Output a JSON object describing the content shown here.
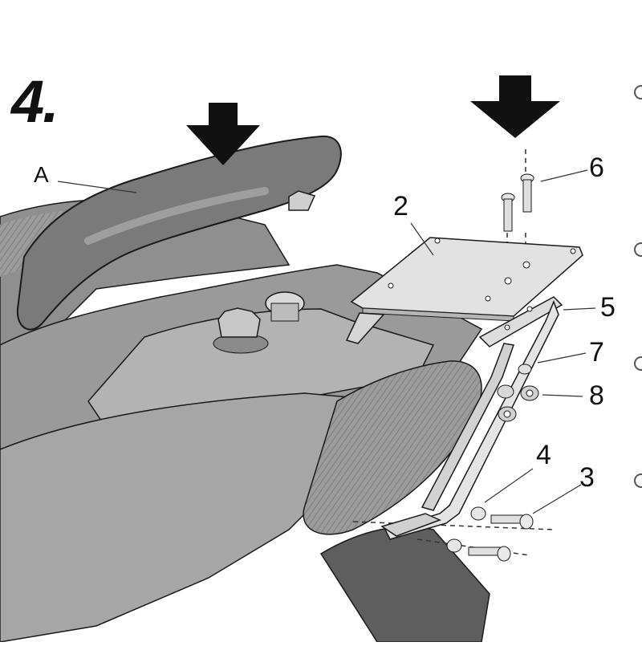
{
  "step": {
    "number": "4."
  },
  "labels": {
    "a": "A",
    "n2": "2",
    "n3": "3",
    "n4": "4",
    "n5": "5",
    "n6": "6",
    "n7": "7",
    "n8": "8"
  },
  "colors": {
    "body_dark": "#6e6e6e",
    "body_mid": "#9a9a9a",
    "body_light": "#b8b8b8",
    "metal": "#d4d4d4",
    "outline": "#1a1a1a"
  }
}
